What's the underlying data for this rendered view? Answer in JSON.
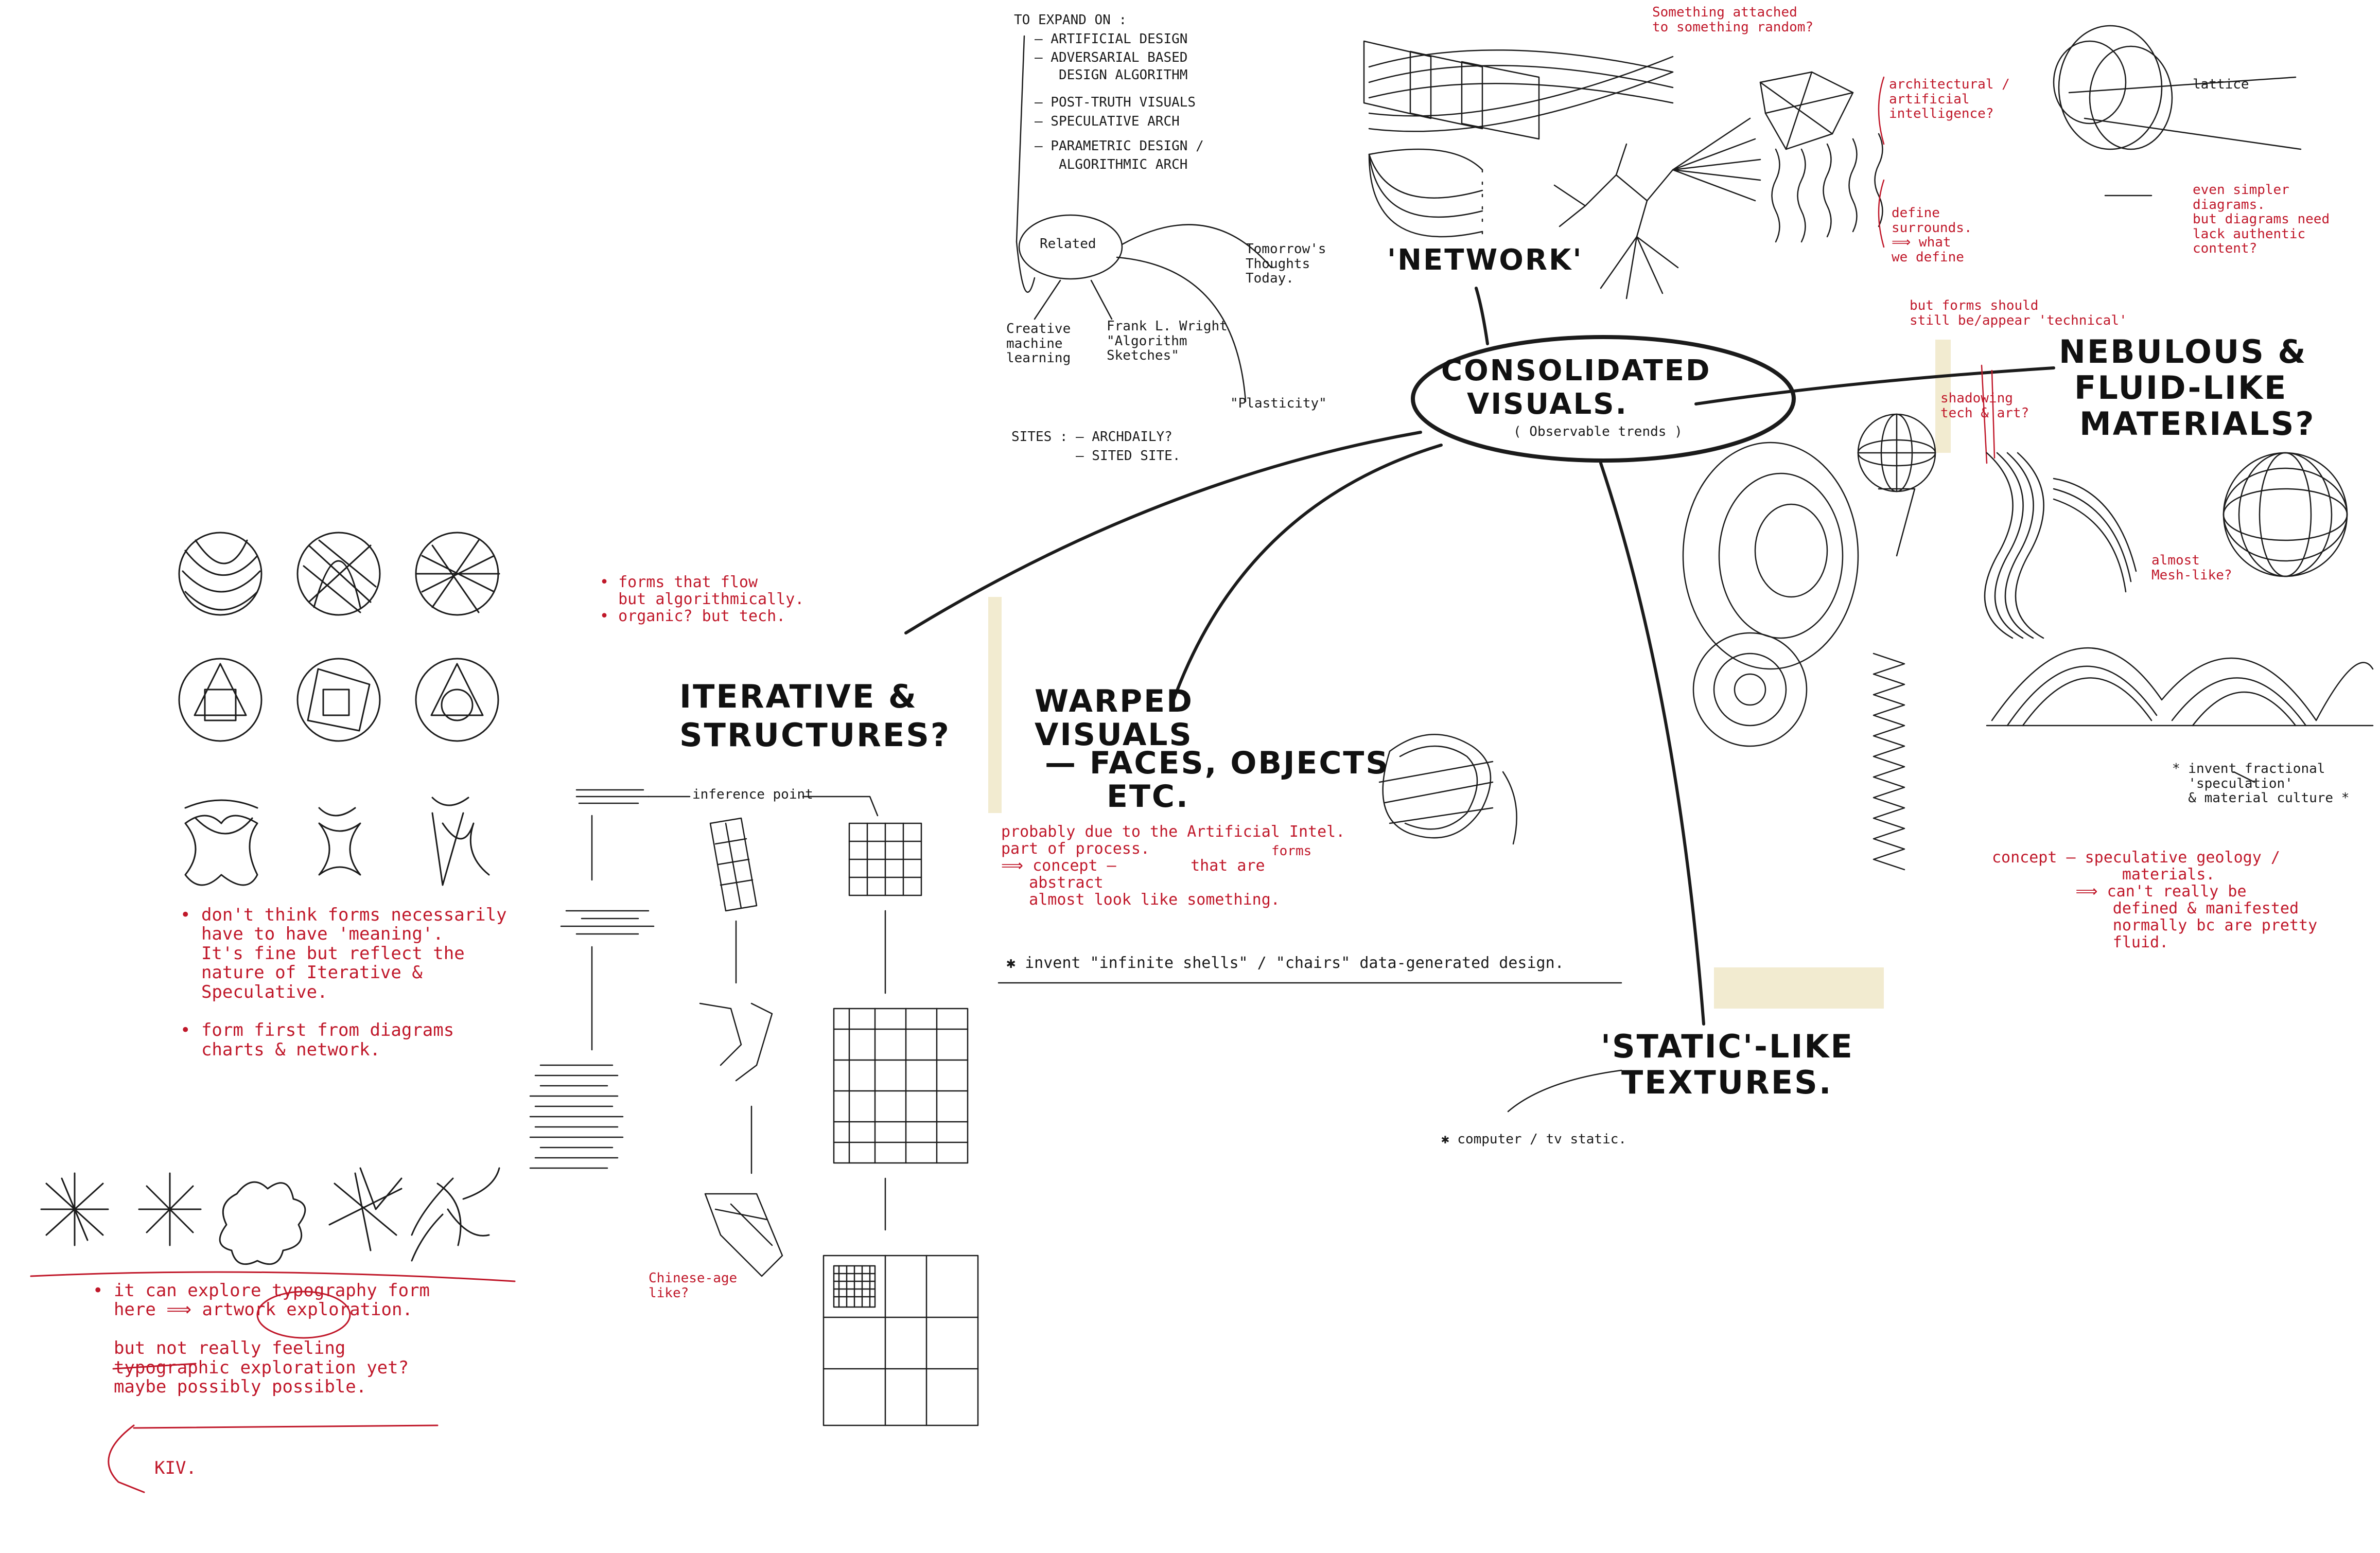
{
  "colors": {
    "ink": "#1b1b1b",
    "red_pen": "#c0182a",
    "paper": "#ffffff",
    "tape": "#efe6c4"
  },
  "center_node": {
    "title_line1": "CONSOLIDATED",
    "title_line2": "VISUALS.",
    "subtitle": "( Observable trends )"
  },
  "branches": {
    "network": "'NETWORK'",
    "nebulous_line1": "NEBULOUS &",
    "nebulous_line2": "FLUID-LIKE",
    "nebulous_line3": "MATERIALS?",
    "static_line1": "'STATIC'-LIKE",
    "static_line2": "TEXTURES.",
    "warped_line1": "WARPED",
    "warped_line2": "VISUALS",
    "warped_line3": "— FACES, OBJECTS",
    "warped_line4": "ETC.",
    "iterative_line1": "ITERATIVE &",
    "iterative_line2": "STRUCTURES?"
  },
  "expand_list": {
    "heading": "TO EXPAND ON :",
    "items": [
      "— ARTIFICIAL DESIGN",
      "— ADVERSARIAL BASED",
      "   DESIGN ALGORITHM",
      "— POST-TRUTH VISUALS",
      "— SPECULATIVE ARCH",
      "— PARAMETRIC DESIGN /",
      "   ALGORITHMIC ARCH"
    ],
    "related_label": "Related",
    "tomorrow_note": "Tomorrow's\nThoughts\nToday.",
    "creative_note": "Creative\nmachine\nlearning",
    "frank_note": "Frank L. Wright\n\"Algorithm\nSketches\"",
    "plasticity_note": "\"Plasticity\"",
    "sites_label": "SITES :",
    "sites": [
      "— ARCHDAILY?",
      "— SITED SITE."
    ]
  },
  "red_notes": {
    "random": "Something attached\nto something random?",
    "architectural": "architectural /\nartificial\nintelligence?",
    "define": "define\nsurrounds.\n⟹ what\nwe define",
    "diagrams": "even simpler\ndiagrams.\nbut diagrams need\nlack authentic\ncontent?",
    "technical": "but forms should\nstill be/appear 'technical'",
    "shadow": "shadowing\ntech & art?",
    "mesh": "almost\nMesh-like?",
    "forms": "• forms that flow\n  but algorithmically.\n• organic? but tech.",
    "warped": "probably due to the Artificial Intel.\npart of process.\n⟹ concept —        that are\n   abstract\n   almost look like something.",
    "forms_word": "forms",
    "nebulous": "concept — speculative geology /\n              materials.\n         ⟹ can't really be\n             defined & manifested\n             normally bc are pretty\n             fluid.",
    "left_forms": "• don't think forms necessarily\n  have to have 'meaning'.\n  It's fine but reflect the\n  nature of Iterative &\n  Speculative.\n\n• form first from diagrams\n  charts & network.",
    "typography": "• it can explore typography form\n  here ⟹ artwork exploration.\n\n  but not really feeling\n  typographic exploration yet?\n  maybe possibly possible.",
    "kiv": "KIV.",
    "chinese": "Chinese-age\nlike?"
  },
  "ink_notes": {
    "speculation": "* invent fractional\n  'speculation'\n  & material culture *",
    "infinite": "✱ invent \"infinite shells\" / \"chairs\" data-generated design.",
    "inference": "inference point",
    "computer": "✱ computer / tv static.",
    "lattice": "lattice"
  }
}
